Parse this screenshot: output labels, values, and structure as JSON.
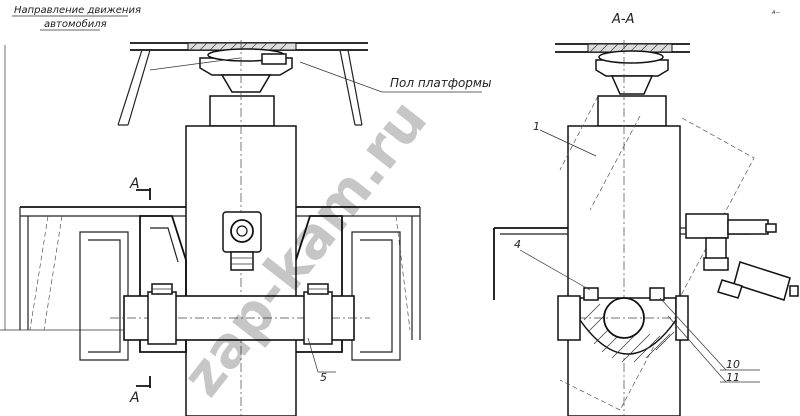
{
  "labels": {
    "direction_line1": "Направление движения",
    "direction_line2": "автомобиля",
    "floor": "Пол платформы",
    "section_title": "А-А",
    "section_a_top": "А",
    "section_a_bottom": "А",
    "watermark": "zap-kam.ru",
    "corner_mark": "A—"
  },
  "callouts": {
    "c1": "1",
    "c4": "4",
    "c5": "5",
    "c10": "10",
    "c11": "11"
  }
}
